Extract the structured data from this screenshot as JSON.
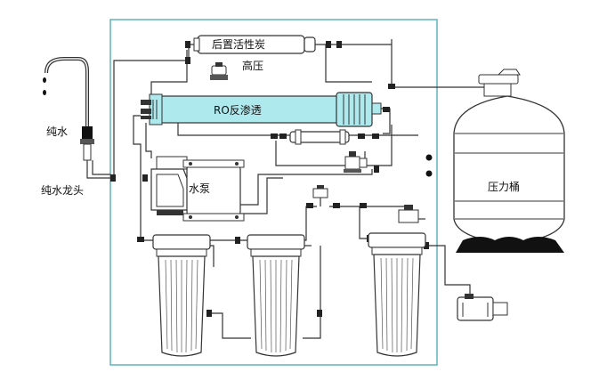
{
  "labels": {
    "post_carbon": "后置活性炭",
    "high_pressure": "高压",
    "ro_membrane": "RO反渗透",
    "pump": "水泵",
    "pressure_tank": "压力桶",
    "pure_water": "纯水",
    "faucet": "纯水龙头"
  },
  "colors": {
    "membrane": "#aee9ee",
    "outline": "#333333",
    "frame": "#5fb3bf"
  }
}
